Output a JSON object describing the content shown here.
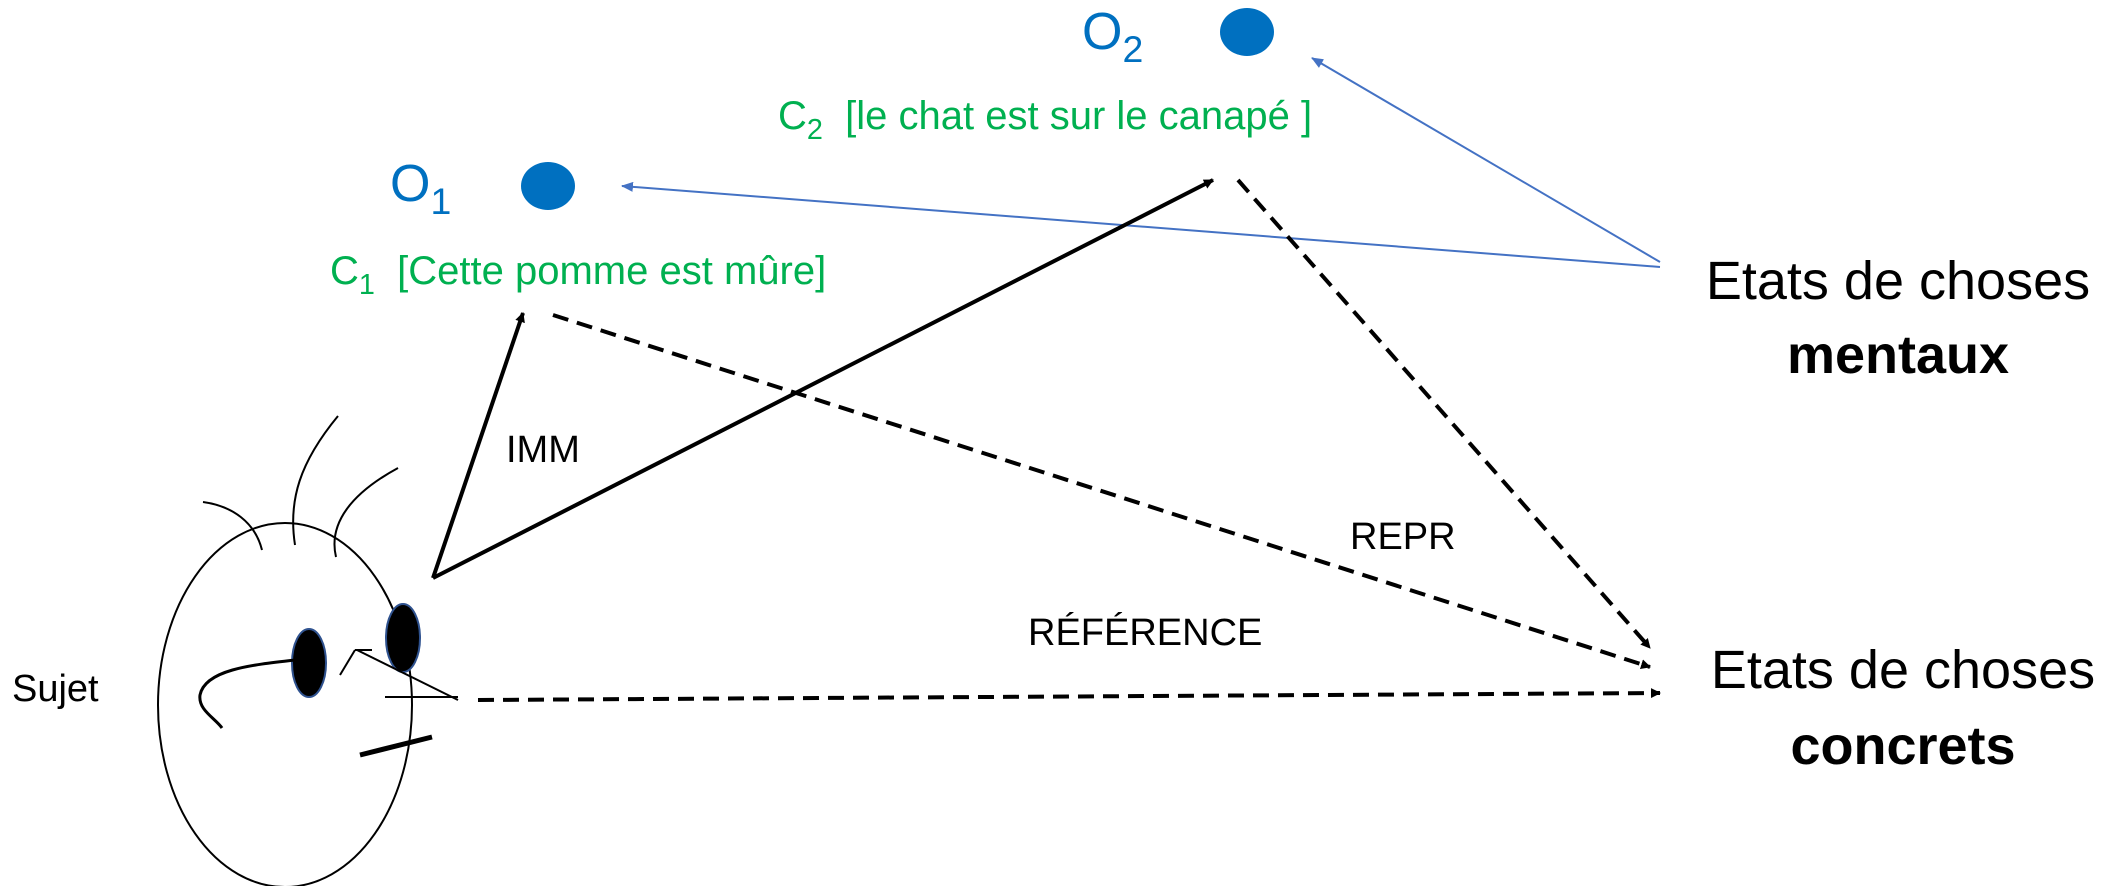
{
  "o1": {
    "letter": "O",
    "sub": "1"
  },
  "o2": {
    "letter": "O",
    "sub": "2"
  },
  "c1": {
    "letter": "C",
    "sub": "1",
    "text": "[Cette pomme est mûre]"
  },
  "c2": {
    "letter": "C",
    "sub": "2",
    "text": "[le chat est sur le canapé ]"
  },
  "mental": {
    "line1": "Etats de choses",
    "line2": "mentaux"
  },
  "concrete": {
    "line1": "Etats de choses",
    "line2": "concrets"
  },
  "arrows": {
    "imm": "IMM",
    "repr": "REPR",
    "reference": "RÉFÉRENCE"
  },
  "subject": {
    "label": "Sujet"
  },
  "colors": {
    "object": "#0070C0",
    "content": "#00B050",
    "relation": "#4472C4",
    "line": "#000000"
  }
}
